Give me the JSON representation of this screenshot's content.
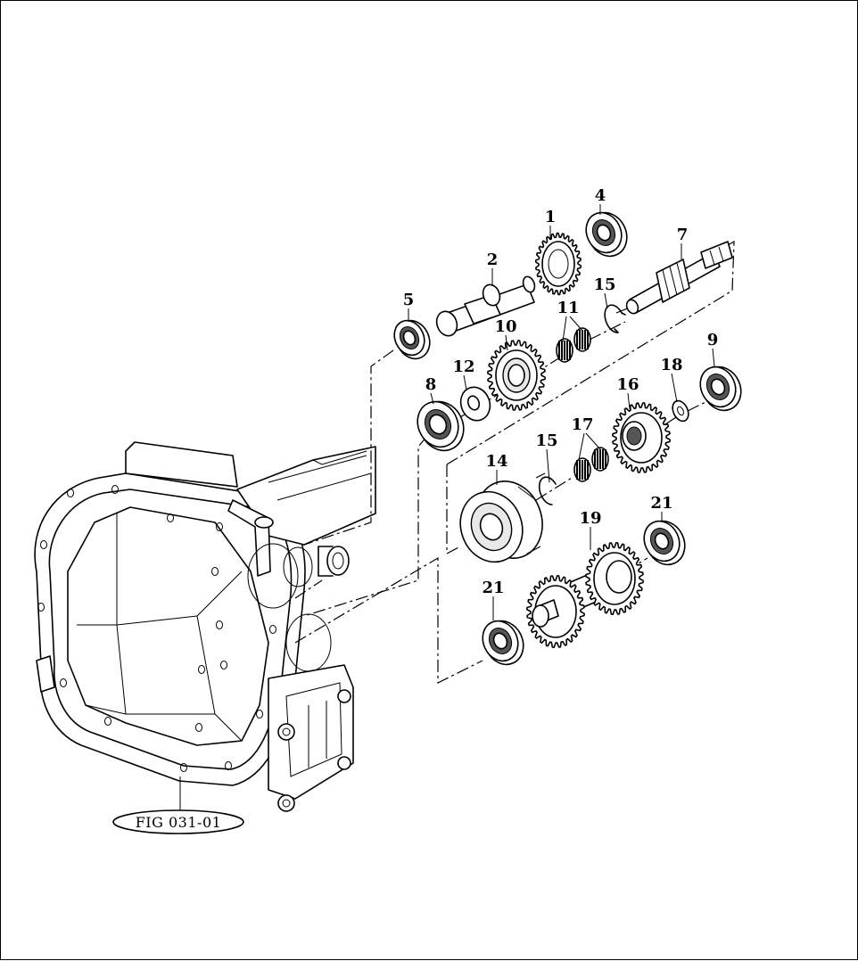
{
  "figure_reference": "FIG 031-01",
  "part_numbers": [
    {
      "id": "p1",
      "label": "1"
    },
    {
      "id": "p2",
      "label": "2"
    },
    {
      "id": "p4",
      "label": "4"
    },
    {
      "id": "p5",
      "label": "5"
    },
    {
      "id": "p7",
      "label": "7"
    },
    {
      "id": "p8",
      "label": "8"
    },
    {
      "id": "p9",
      "label": "9"
    },
    {
      "id": "p10",
      "label": "10"
    },
    {
      "id": "p11",
      "label": "11"
    },
    {
      "id": "p12",
      "label": "12"
    },
    {
      "id": "p14",
      "label": "14"
    },
    {
      "id": "p15a",
      "label": "15"
    },
    {
      "id": "p15b",
      "label": "15"
    },
    {
      "id": "p16",
      "label": "16"
    },
    {
      "id": "p17",
      "label": "17"
    },
    {
      "id": "p18",
      "label": "18"
    },
    {
      "id": "p19",
      "label": "19"
    },
    {
      "id": "p21a",
      "label": "21"
    },
    {
      "id": "p21b",
      "label": "21"
    }
  ]
}
